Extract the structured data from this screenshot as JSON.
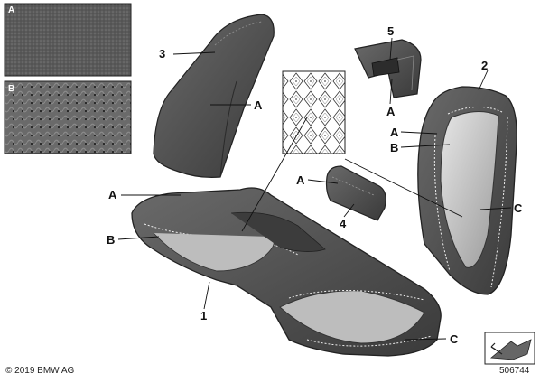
{
  "swatches": {
    "a": "A",
    "b": "B"
  },
  "callouts": {
    "part_1": "1",
    "part_2": "2",
    "part_3": "3",
    "part_4": "4",
    "part_5": "5",
    "backrest_a_upper": "A",
    "backrest_a_right": "A",
    "backrest_b_right": "B",
    "backrest_c_right": "C",
    "side_bolster_a": "A",
    "trim_5_a": "A",
    "cushion_a": "A",
    "cushion_b": "B",
    "cushion_c": "C"
  },
  "footer": {
    "copyright": "© 2019 BMW AG",
    "diagram_number": "506744"
  },
  "colors": {
    "leather_dark": "#4b4b4b",
    "leather_light": "#c9c9c9",
    "stitch": "#e8e8e8"
  }
}
